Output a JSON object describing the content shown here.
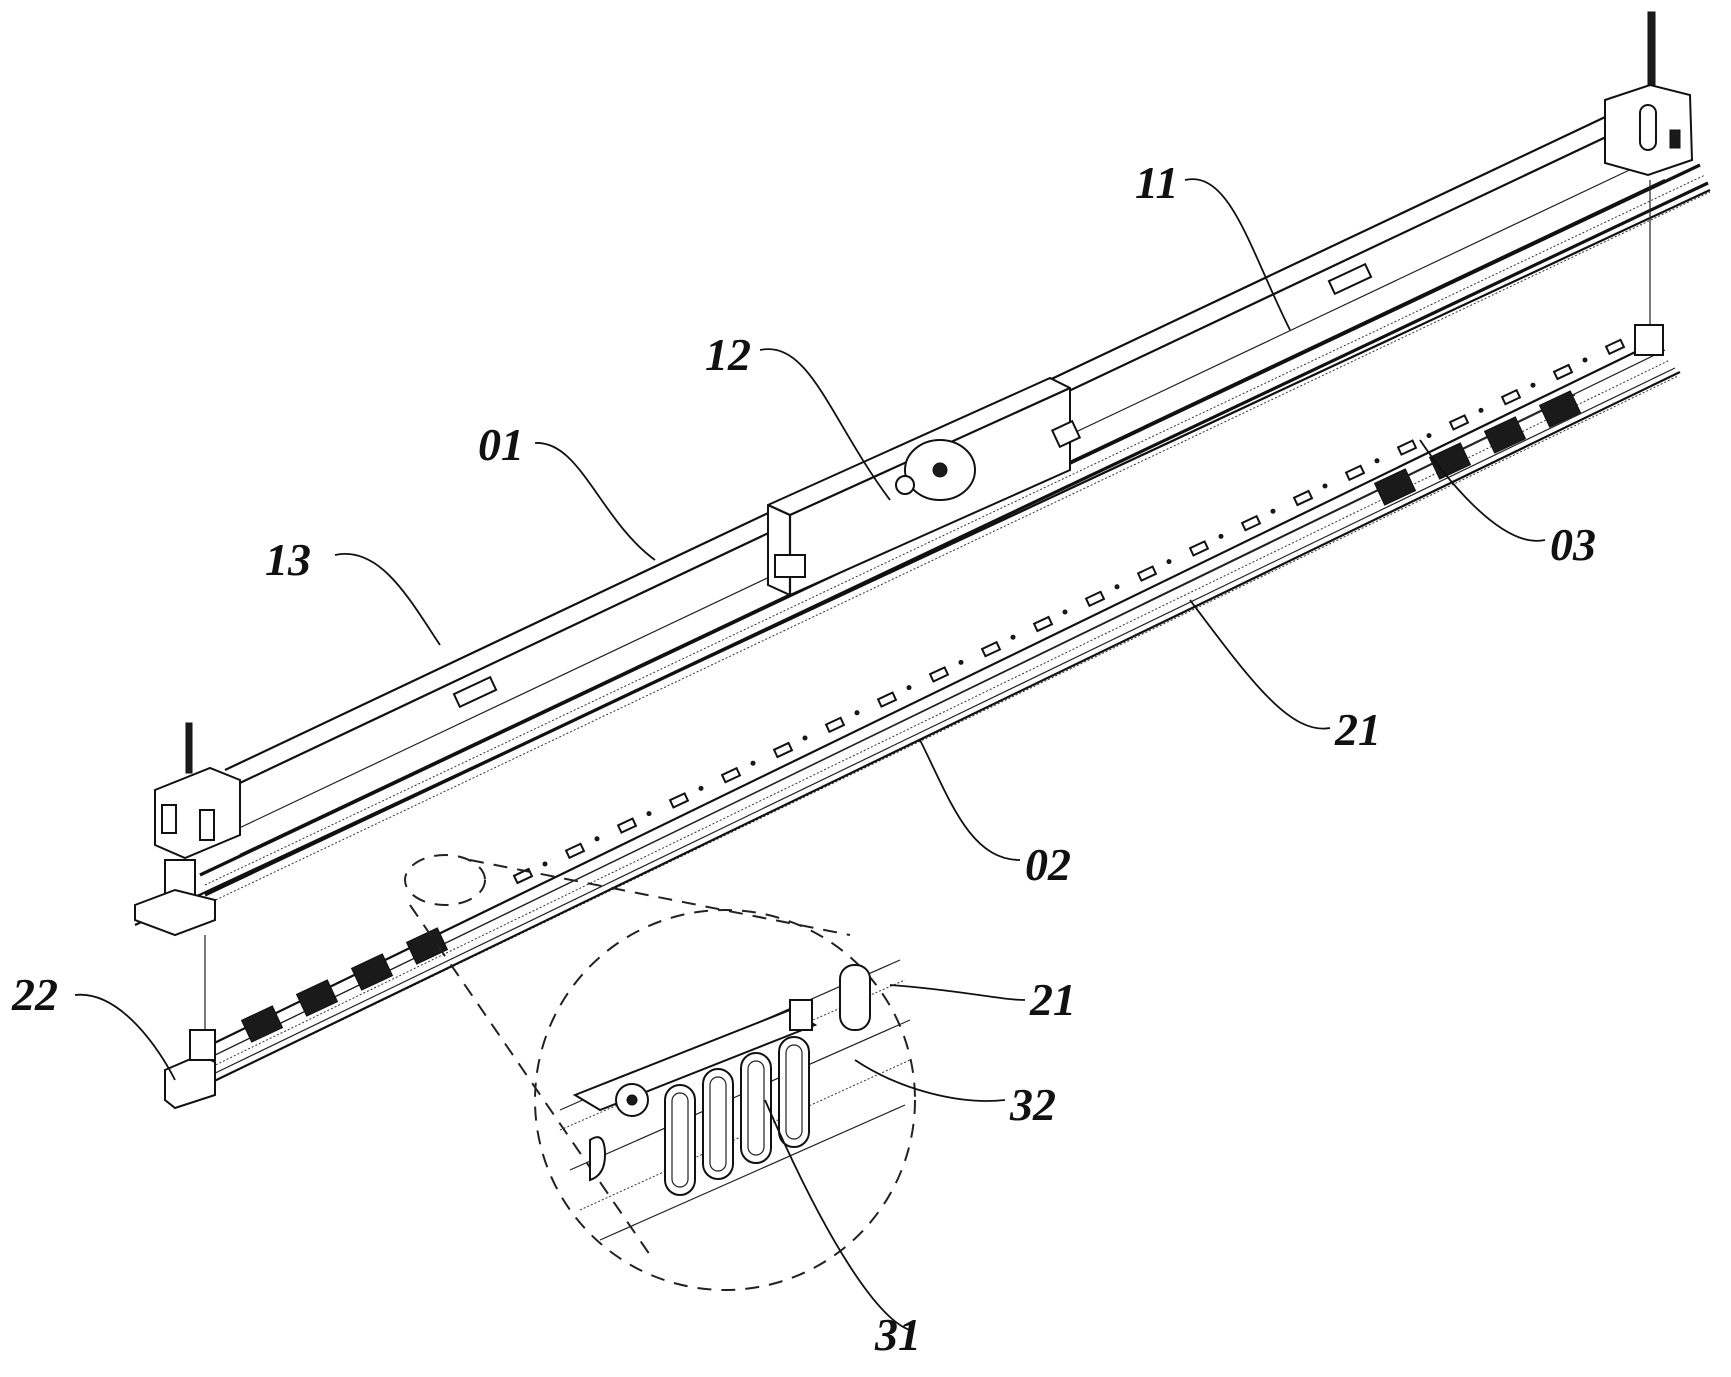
{
  "figure": {
    "type": "patent-drawing",
    "description": "Exploded isometric view of a rail assembly with upper track unit, lower rail unit and magnified detail of a roller/coil component",
    "labels": [
      {
        "id": "label-11",
        "text": "11",
        "refers_to": "upper-track-profile"
      },
      {
        "id": "label-12",
        "text": "12",
        "refers_to": "drive-carriage"
      },
      {
        "id": "label-01",
        "text": "01",
        "refers_to": "upper-assembly"
      },
      {
        "id": "label-13",
        "text": "13",
        "refers_to": "upper-track-side-profile"
      },
      {
        "id": "label-03",
        "text": "03",
        "refers_to": "trolley-units"
      },
      {
        "id": "label-21-upper",
        "text": "21",
        "refers_to": "lower-rail"
      },
      {
        "id": "label-02",
        "text": "02",
        "refers_to": "lower-assembly"
      },
      {
        "id": "label-22",
        "text": "22",
        "refers_to": "end-bracket"
      },
      {
        "id": "label-21-detail",
        "text": "21",
        "refers_to": "lower-rail-detail"
      },
      {
        "id": "label-32",
        "text": "32",
        "refers_to": "coil-element"
      },
      {
        "id": "label-31",
        "text": "31",
        "refers_to": "roller-shaft"
      }
    ]
  }
}
